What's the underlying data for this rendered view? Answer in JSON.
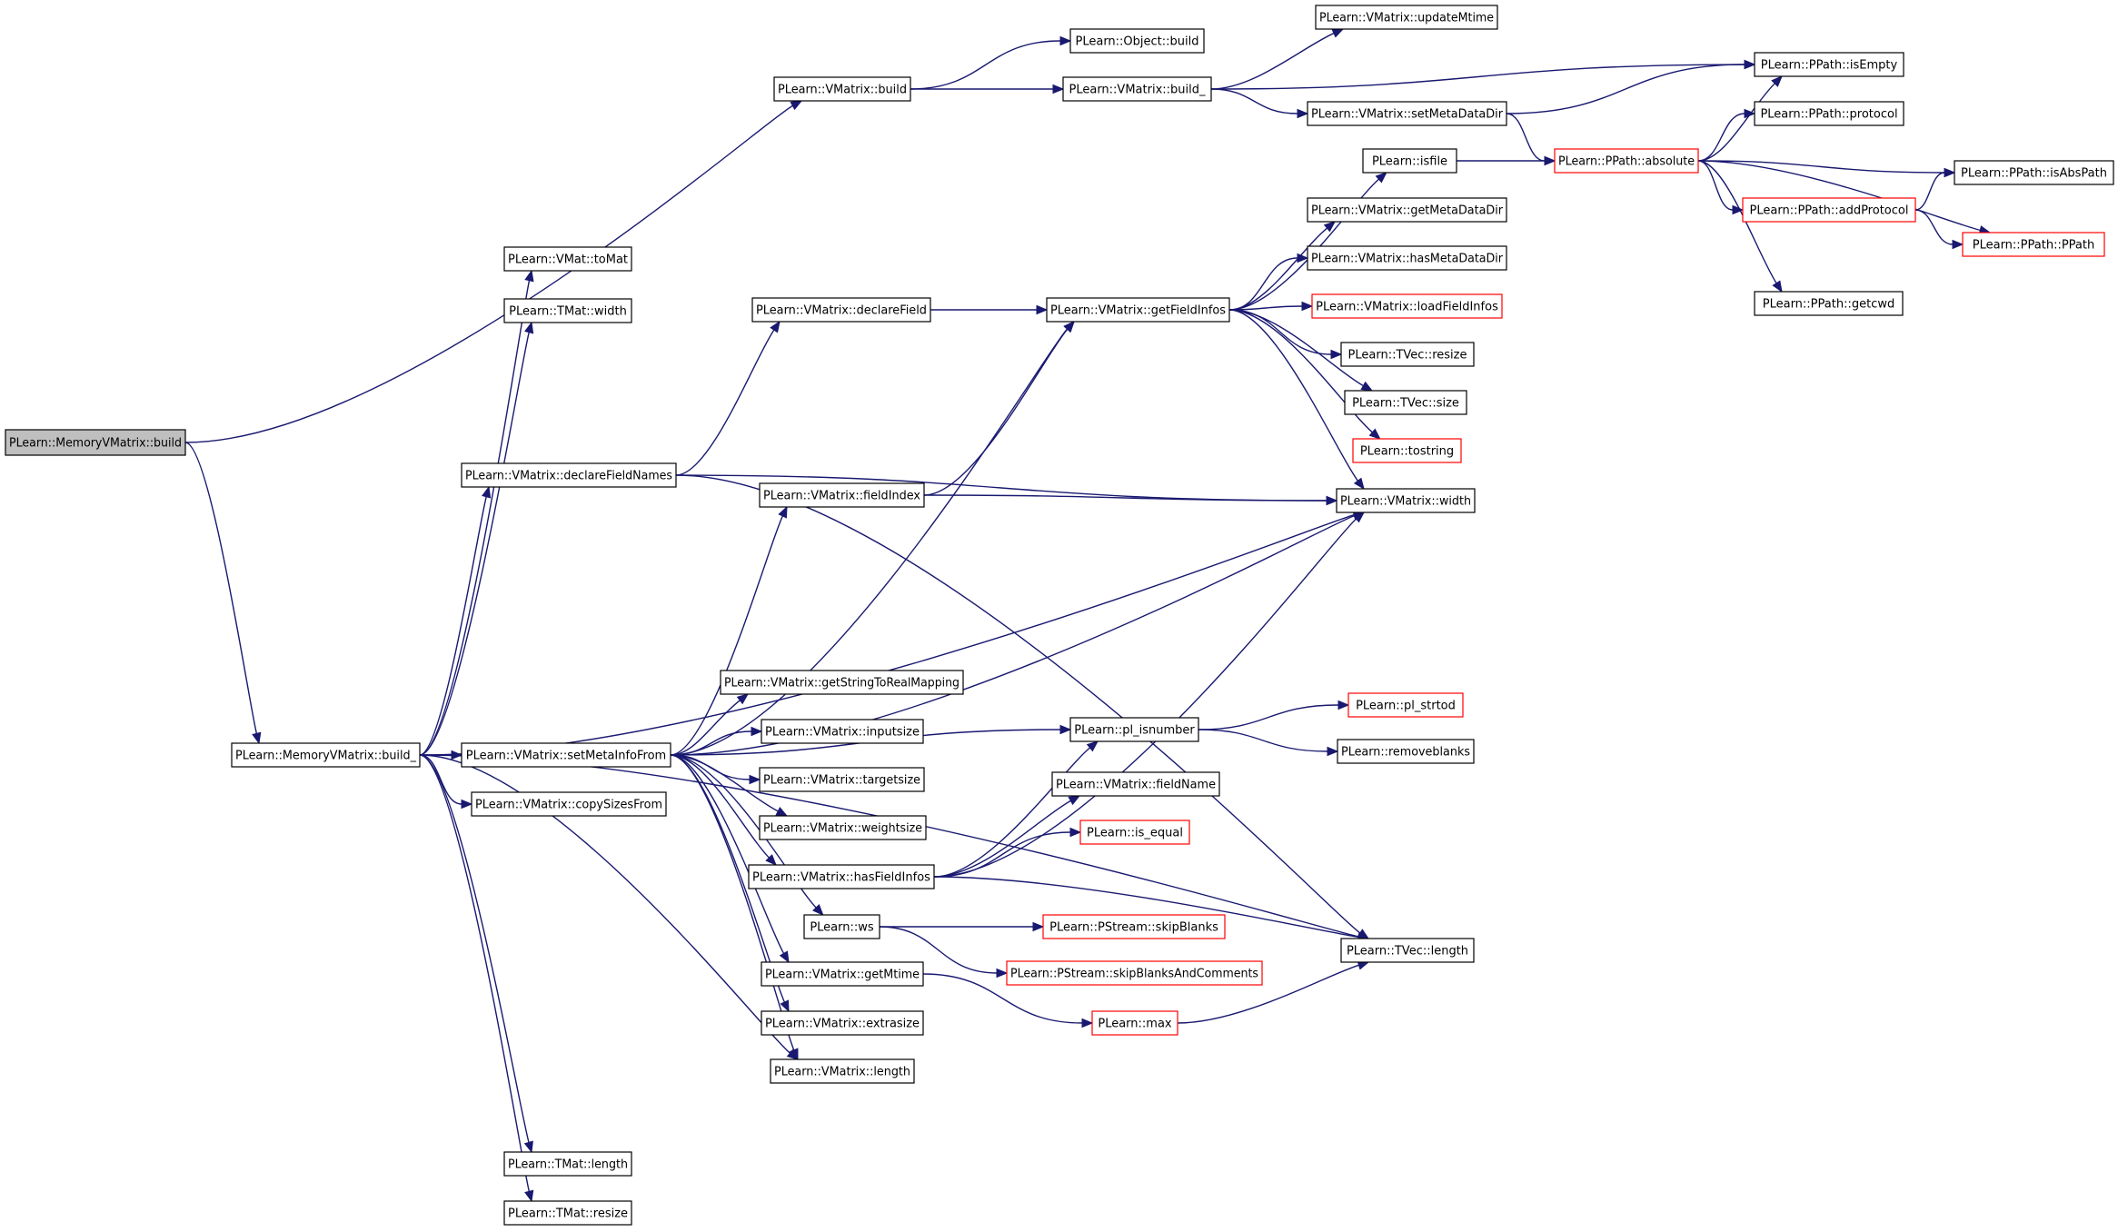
{
  "graph": {
    "nodes": [
      {
        "id": "mvm_build",
        "label": "PLearn::MemoryVMatrix::build",
        "style": "root"
      },
      {
        "id": "vmx_build",
        "label": "PLearn::VMatrix::build",
        "style": "normal"
      },
      {
        "id": "obj_build",
        "label": "PLearn::Object::build",
        "style": "normal"
      },
      {
        "id": "vmx_build_",
        "label": "PLearn::VMatrix::build_",
        "style": "normal"
      },
      {
        "id": "upd_mtime",
        "label": "PLearn::VMatrix::updateMtime",
        "style": "normal"
      },
      {
        "id": "set_mdd",
        "label": "PLearn::VMatrix::setMetaDataDir",
        "style": "normal"
      },
      {
        "id": "pp_isempty",
        "label": "PLearn::PPath::isEmpty",
        "style": "normal"
      },
      {
        "id": "pp_protocol",
        "label": "PLearn::PPath::protocol",
        "style": "normal"
      },
      {
        "id": "pp_absolute",
        "label": "PLearn::PPath::absolute",
        "style": "truncated"
      },
      {
        "id": "pp_isabspath",
        "label": "PLearn::PPath::isAbsPath",
        "style": "normal"
      },
      {
        "id": "pp_addprotocol",
        "label": "PLearn::PPath::addProtocol",
        "style": "truncated"
      },
      {
        "id": "pp_ppath",
        "label": "PLearn::PPath::PPath",
        "style": "truncated"
      },
      {
        "id": "pp_getcwd",
        "label": "PLearn::PPath::getcwd",
        "style": "normal"
      },
      {
        "id": "isfile",
        "label": "PLearn::isfile",
        "style": "normal"
      },
      {
        "id": "get_mdd",
        "label": "PLearn::VMatrix::getMetaDataDir",
        "style": "normal"
      },
      {
        "id": "has_mdd",
        "label": "PLearn::VMatrix::hasMetaDataDir",
        "style": "normal"
      },
      {
        "id": "load_fi",
        "label": "PLearn::VMatrix::loadFieldInfos",
        "style": "truncated"
      },
      {
        "id": "tvec_resize",
        "label": "PLearn::TVec::resize",
        "style": "normal"
      },
      {
        "id": "tvec_size",
        "label": "PLearn::TVec::size",
        "style": "normal"
      },
      {
        "id": "tostring",
        "label": "PLearn::tostring",
        "style": "truncated"
      },
      {
        "id": "vmx_width",
        "label": "PLearn::VMatrix::width",
        "style": "normal"
      },
      {
        "id": "vmat_tomat",
        "label": "PLearn::VMat::toMat",
        "style": "normal"
      },
      {
        "id": "tmat_width",
        "label": "PLearn::TMat::width",
        "style": "normal"
      },
      {
        "id": "declare_field",
        "label": "PLearn::VMatrix::declareField",
        "style": "normal"
      },
      {
        "id": "get_fi",
        "label": "PLearn::VMatrix::getFieldInfos",
        "style": "normal"
      },
      {
        "id": "declare_fn",
        "label": "PLearn::VMatrix::declareFieldNames",
        "style": "normal"
      },
      {
        "id": "field_index",
        "label": "PLearn::VMatrix::fieldIndex",
        "style": "normal"
      },
      {
        "id": "mvm_build_",
        "label": "PLearn::MemoryVMatrix::build_",
        "style": "normal"
      },
      {
        "id": "set_mif",
        "label": "PLearn::VMatrix::setMetaInfoFrom",
        "style": "normal"
      },
      {
        "id": "copy_sizes",
        "label": "PLearn::VMatrix::copySizesFrom",
        "style": "normal"
      },
      {
        "id": "get_s2r",
        "label": "PLearn::VMatrix::getStringToRealMapping",
        "style": "normal"
      },
      {
        "id": "inputsize",
        "label": "PLearn::VMatrix::inputsize",
        "style": "normal"
      },
      {
        "id": "targetsize",
        "label": "PLearn::VMatrix::targetsize",
        "style": "normal"
      },
      {
        "id": "weightsize",
        "label": "PLearn::VMatrix::weightsize",
        "style": "normal"
      },
      {
        "id": "has_fi",
        "label": "PLearn::VMatrix::hasFieldInfos",
        "style": "normal"
      },
      {
        "id": "pl_isnumber",
        "label": "PLearn::pl_isnumber",
        "style": "normal"
      },
      {
        "id": "pl_strtod",
        "label": "PLearn::pl_strtod",
        "style": "truncated"
      },
      {
        "id": "removeblanks",
        "label": "PLearn::removeblanks",
        "style": "normal"
      },
      {
        "id": "field_name",
        "label": "PLearn::VMatrix::fieldName",
        "style": "normal"
      },
      {
        "id": "is_equal",
        "label": "PLearn::is_equal",
        "style": "truncated"
      },
      {
        "id": "ws",
        "label": "PLearn::ws",
        "style": "normal"
      },
      {
        "id": "skip_blanks",
        "label": "PLearn::PStream::skipBlanks",
        "style": "truncated"
      },
      {
        "id": "skip_bac",
        "label": "PLearn::PStream::skipBlanksAndComments",
        "style": "truncated"
      },
      {
        "id": "tvec_length",
        "label": "PLearn::TVec::length",
        "style": "normal"
      },
      {
        "id": "get_mtime",
        "label": "PLearn::VMatrix::getMtime",
        "style": "normal"
      },
      {
        "id": "max",
        "label": "PLearn::max",
        "style": "truncated"
      },
      {
        "id": "extrasize",
        "label": "PLearn::VMatrix::extrasize",
        "style": "normal"
      },
      {
        "id": "vmx_length",
        "label": "PLearn::VMatrix::length",
        "style": "normal"
      },
      {
        "id": "tmat_length",
        "label": "PLearn::TMat::length",
        "style": "normal"
      },
      {
        "id": "tmat_resize",
        "label": "PLearn::TMat::resize",
        "style": "normal"
      }
    ],
    "edges": [
      [
        "mvm_build",
        "vmx_build"
      ],
      [
        "mvm_build",
        "mvm_build_"
      ],
      [
        "vmx_build",
        "obj_build"
      ],
      [
        "vmx_build",
        "vmx_build_"
      ],
      [
        "vmx_build_",
        "upd_mtime"
      ],
      [
        "vmx_build_",
        "pp_isempty"
      ],
      [
        "vmx_build_",
        "set_mdd"
      ],
      [
        "set_mdd",
        "pp_isempty"
      ],
      [
        "set_mdd",
        "pp_absolute"
      ],
      [
        "pp_absolute",
        "pp_isempty"
      ],
      [
        "pp_absolute",
        "pp_protocol"
      ],
      [
        "pp_absolute",
        "pp_isabspath"
      ],
      [
        "pp_absolute",
        "pp_addprotocol"
      ],
      [
        "pp_absolute",
        "pp_ppath"
      ],
      [
        "pp_absolute",
        "pp_getcwd"
      ],
      [
        "pp_addprotocol",
        "pp_isabspath"
      ],
      [
        "pp_addprotocol",
        "pp_ppath"
      ],
      [
        "isfile",
        "pp_absolute"
      ],
      [
        "get_fi",
        "isfile"
      ],
      [
        "get_fi",
        "get_mdd"
      ],
      [
        "get_fi",
        "has_mdd"
      ],
      [
        "get_fi",
        "load_fi"
      ],
      [
        "get_fi",
        "tvec_resize"
      ],
      [
        "get_fi",
        "tvec_size"
      ],
      [
        "get_fi",
        "tostring"
      ],
      [
        "get_fi",
        "vmx_width"
      ],
      [
        "declare_field",
        "get_fi"
      ],
      [
        "declare_fn",
        "declare_field"
      ],
      [
        "declare_fn",
        "vmx_width"
      ],
      [
        "declare_fn",
        "tvec_length"
      ],
      [
        "field_index",
        "get_fi"
      ],
      [
        "field_index",
        "vmx_width"
      ],
      [
        "mvm_build_",
        "vmat_tomat"
      ],
      [
        "mvm_build_",
        "tmat_width"
      ],
      [
        "mvm_build_",
        "vmx_width"
      ],
      [
        "mvm_build_",
        "declare_fn"
      ],
      [
        "mvm_build_",
        "set_mif"
      ],
      [
        "mvm_build_",
        "copy_sizes"
      ],
      [
        "mvm_build_",
        "vmx_length"
      ],
      [
        "mvm_build_",
        "tvec_length"
      ],
      [
        "mvm_build_",
        "tmat_length"
      ],
      [
        "mvm_build_",
        "tmat_resize"
      ],
      [
        "set_mif",
        "get_fi"
      ],
      [
        "set_mif",
        "field_index"
      ],
      [
        "set_mif",
        "vmx_width"
      ],
      [
        "set_mif",
        "pl_isnumber"
      ],
      [
        "set_mif",
        "get_s2r"
      ],
      [
        "set_mif",
        "inputsize"
      ],
      [
        "set_mif",
        "targetsize"
      ],
      [
        "set_mif",
        "weightsize"
      ],
      [
        "set_mif",
        "has_fi"
      ],
      [
        "set_mif",
        "ws"
      ],
      [
        "set_mif",
        "get_mtime"
      ],
      [
        "set_mif",
        "extrasize"
      ],
      [
        "set_mif",
        "vmx_length"
      ],
      [
        "has_fi",
        "vmx_width"
      ],
      [
        "has_fi",
        "pl_isnumber"
      ],
      [
        "has_fi",
        "field_name"
      ],
      [
        "has_fi",
        "is_equal"
      ],
      [
        "has_fi",
        "tvec_length"
      ],
      [
        "pl_isnumber",
        "pl_strtod"
      ],
      [
        "pl_isnumber",
        "removeblanks"
      ],
      [
        "ws",
        "skip_blanks"
      ],
      [
        "ws",
        "skip_bac"
      ],
      [
        "get_mtime",
        "max"
      ],
      [
        "max",
        "tvec_length"
      ]
    ]
  }
}
